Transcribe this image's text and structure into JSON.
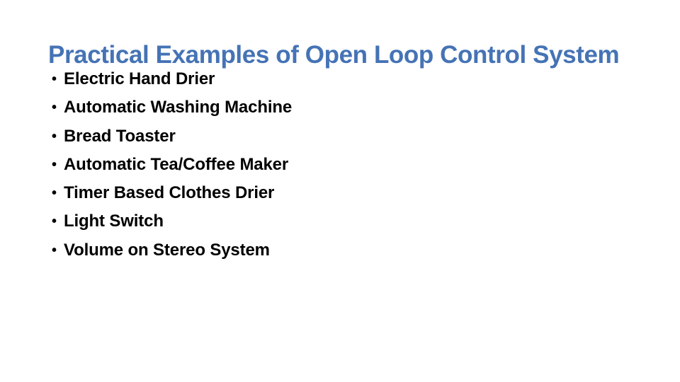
{
  "slide": {
    "title": "Practical Examples of Open Loop Control System",
    "background_color": "#FFFFFF",
    "title_color": "#4573B5",
    "body_text_color": "#000000",
    "bullet_marker": "•",
    "bullets": [
      {
        "text": "Electric Hand Drier"
      },
      {
        "text": "Automatic Washing Machine"
      },
      {
        "text": "Bread Toaster"
      },
      {
        "text": "Automatic Tea/Coffee Maker"
      },
      {
        "text": "Timer Based Clothes Drier"
      },
      {
        "text": "Light Switch"
      },
      {
        "text": "Volume on Stereo System"
      }
    ]
  }
}
